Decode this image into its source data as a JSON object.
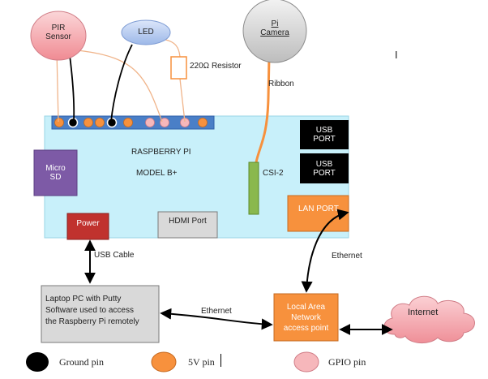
{
  "components": {
    "pir": "PIR\nSensor",
    "led": "LED",
    "camera": "Pi\nCamera",
    "resistor": "220Ω Resistor",
    "ribbon": "Ribbon",
    "cursor_mark": "I"
  },
  "board": {
    "title": "RASPBERRY PI",
    "model": "MODEL B+",
    "micro_sd": "Micro\nSD",
    "usb_port_1": "USB\nPORT",
    "usb_port_2": "USB\nPORT",
    "csi": "CSI-2",
    "lan_port": "LAN PORT",
    "power": "Power",
    "hdmi": "HDMI Port"
  },
  "network": {
    "usb_cable": "USB Cable",
    "ethernet_1": "Ethernet",
    "ethernet_2": "Ethernet",
    "laptop": "Laptop PC with Putty\nSoftware used to access\nthe Raspberry Pi remotely",
    "lan_ap": "Local Area\nNetwork\naccess point",
    "internet": "Internet"
  },
  "legend": {
    "ground": "Ground pin",
    "five_v": "5V pin",
    "gpio": "GPIO pin"
  },
  "colors": {
    "board": "#c8f0fa",
    "header": "#4a7fc7",
    "ground_pin": "#000000",
    "five_v_pin": "#f7913d",
    "gpio_pin": "#f6b7bb",
    "micro_sd": "#7d5aa6",
    "usb_port": "#000000",
    "lan_port": "#f7913d",
    "power": "#c0322e",
    "hdmi": "#d9d9d9",
    "csi": "#8ab84e",
    "pir": "#f6b7bb",
    "led": "#b9cdf0",
    "camera": "#d9d9d9",
    "laptop": "#d9d9d9",
    "lan_ap": "#f7913d",
    "internet": "#f6b7bb",
    "ribbon": "#f7913d"
  }
}
